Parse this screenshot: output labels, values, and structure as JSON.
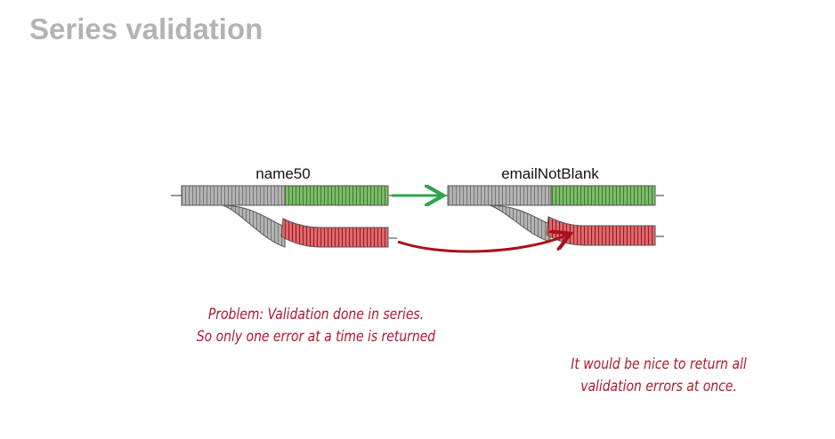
{
  "slide": {
    "title": "Series validation"
  },
  "diagram": {
    "switches": [
      {
        "label": "name50"
      },
      {
        "label": "emailNotBlank"
      }
    ],
    "colors": {
      "gray_track": "#a9a9a9",
      "success_track": "#6fae5c",
      "failure_track": "#d95a5f",
      "success_arrow": "#2ea44f",
      "failure_arrow": "#a8101c"
    }
  },
  "notes": {
    "problem_line1": "Problem: Validation done in series.",
    "problem_line2": "So only one error at a time is returned",
    "wish_line1": "It would be nice to return all",
    "wish_line2": "validation errors at once."
  }
}
